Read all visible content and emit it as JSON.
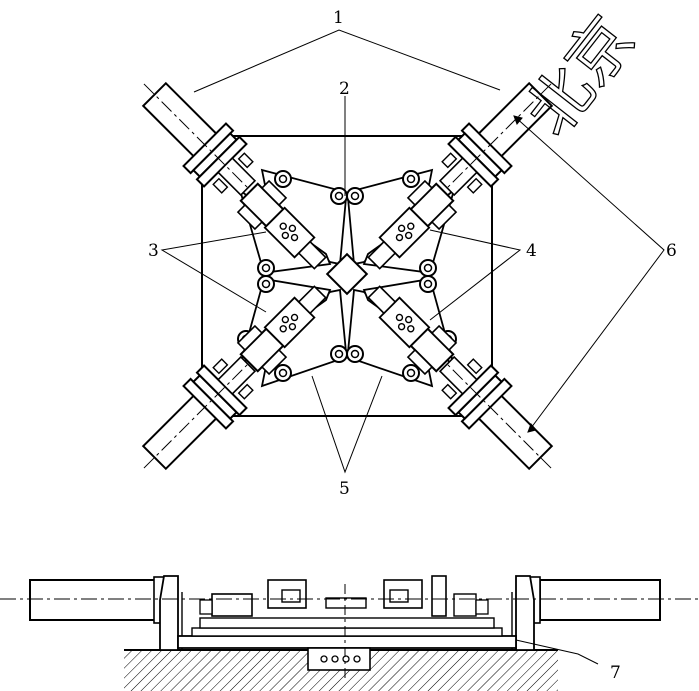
{
  "callouts": {
    "label_1": "1",
    "label_2": "2",
    "label_3": "3",
    "label_4": "4",
    "label_5": "5",
    "label_6": "6",
    "label_7": "7"
  },
  "watermark": "北京",
  "colors": {
    "line": "#000000",
    "background": "#ffffff"
  }
}
